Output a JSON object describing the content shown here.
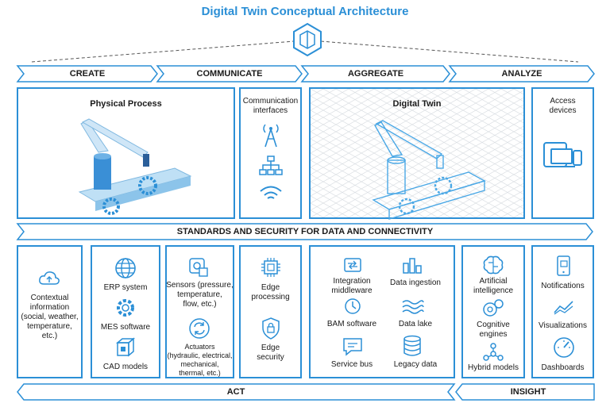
{
  "title": "Digital Twin Conceptual Architecture",
  "phases": {
    "create": "CREATE",
    "communicate": "COMMUNICATE",
    "aggregate": "AGGREGATE",
    "analyze": "ANALYZE"
  },
  "top": {
    "physical": "Physical Process",
    "comm_line1": "Communication",
    "comm_line2": "interfaces",
    "twin": "Digital Twin",
    "access_line1": "Access",
    "access_line2": "devices"
  },
  "standards": "STANDARDS AND SECURITY FOR DATA AND CONNECTIVITY",
  "context": {
    "l1": "Contextual",
    "l2": "information",
    "l3": "(social, weather,",
    "l4": "temperature,",
    "l5": "etc.)"
  },
  "systems": {
    "erp": "ERP system",
    "mes": "MES software",
    "cad": "CAD models"
  },
  "sensors": {
    "l1": "Sensors (pressure,",
    "l2": "temperature,",
    "l3": "flow, etc.)",
    "a1": "Actuators",
    "a2": "(hydraulic, electrical,",
    "a3": "mechanical,",
    "a4": "thermal, etc.)"
  },
  "edge": {
    "p1": "Edge",
    "p2": "processing",
    "s1": "Edge",
    "s2": "security"
  },
  "aggregate": {
    "int1": "Integration",
    "int2": "middleware",
    "ingest": "Data ingestion",
    "bam": "BAM software",
    "lake": "Data lake",
    "bus": "Service bus",
    "legacy": "Legacy data"
  },
  "ai": {
    "a1": "Artificial",
    "a2": "intelligence",
    "c1": "Cognitive",
    "c2": "engines",
    "hybrid": "Hybrid models"
  },
  "insight": {
    "notif": "Notifications",
    "vis": "Visualizations",
    "dash": "Dashboards"
  },
  "bottom": {
    "act": "ACT",
    "insight": "INSIGHT"
  },
  "colors": {
    "accent": "#2b8fd6",
    "dark": "#1a1a1a"
  }
}
